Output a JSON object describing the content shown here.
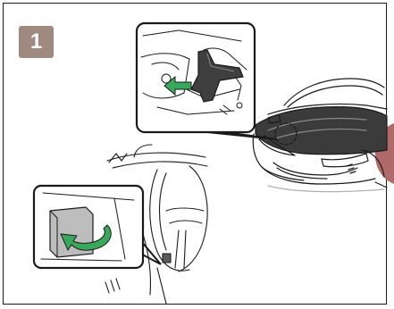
{
  "step": {
    "number": "1",
    "badge_color": "#a08a80"
  },
  "illustration": {
    "main_subject": "car-front-view",
    "detail_top": "hood-lock-release-lever",
    "detail_bottom": "hood-release-lever-under-dashboard",
    "arrow_color": "#3aa85b",
    "side_tab_color": "#b06a6a"
  }
}
